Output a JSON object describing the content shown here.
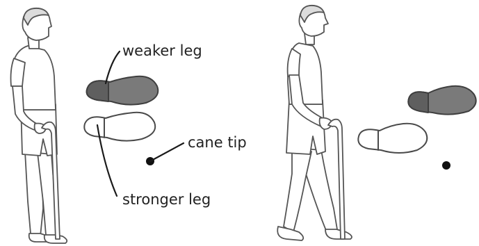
{
  "labels": {
    "weaker_leg": "weaker leg",
    "stronger_leg": "stronger leg",
    "cane_tip": "cane tip"
  },
  "colors": {
    "weaker_foot_fill": "#7a7a7a",
    "stronger_foot_fill": "#ffffff",
    "outline": "#4a4a4a",
    "cane_tip": "#111111",
    "text": "#222222"
  }
}
